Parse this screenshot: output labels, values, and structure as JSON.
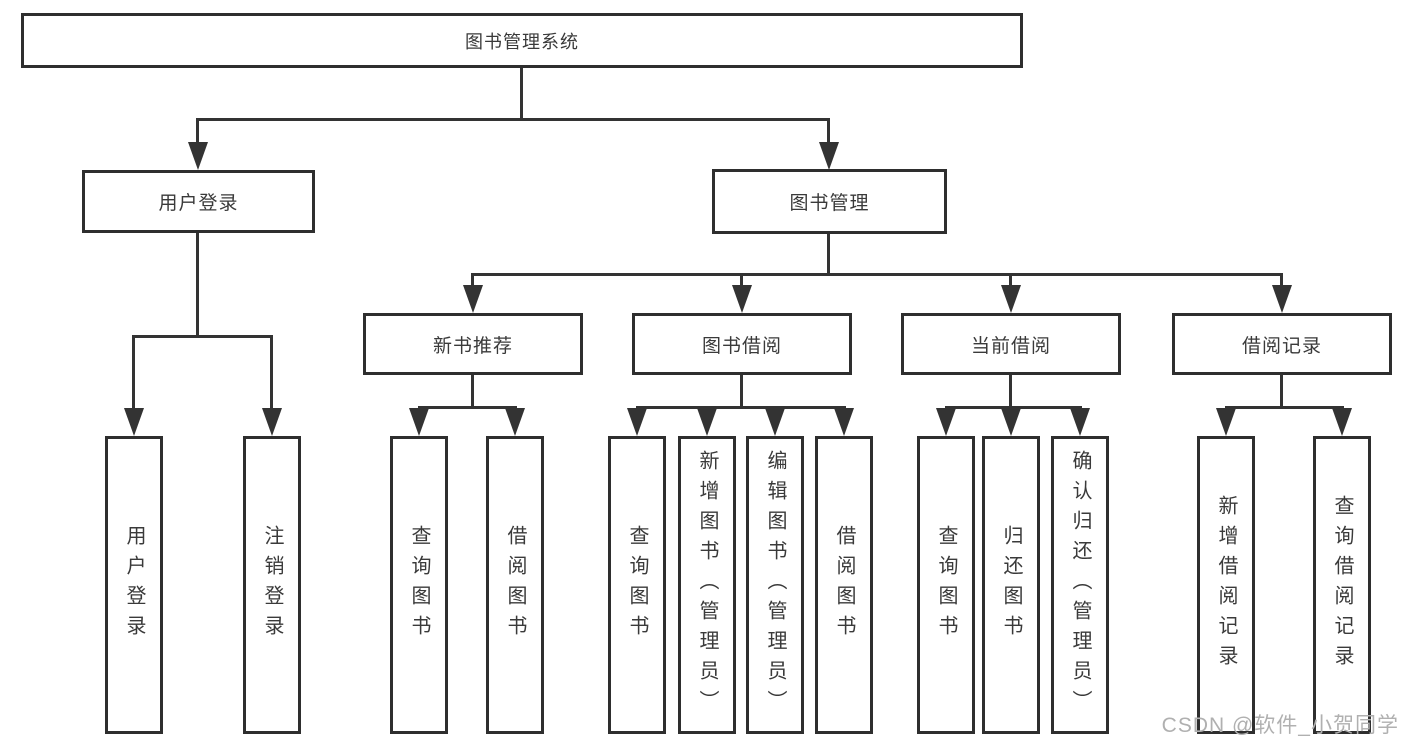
{
  "title": "图书管理系统",
  "watermark": {
    "text": "CSDN @软件_小贺同学"
  },
  "colors": {
    "line": "#333333",
    "box_border": "#2e2e2e",
    "text": "#3a3a3a",
    "watermark": "#b0b0b0",
    "background": "#ffffff"
  },
  "tree": {
    "root": {
      "label": "图书管理系统"
    },
    "branches": [
      {
        "label": "用户登录",
        "children": [
          {
            "label": "用户登录"
          },
          {
            "label": "注销登录"
          }
        ]
      },
      {
        "label": "图书管理",
        "children": [
          {
            "label": "新书推荐",
            "children": [
              {
                "label": "查询图书"
              },
              {
                "label": "借阅图书"
              }
            ]
          },
          {
            "label": "图书借阅",
            "children": [
              {
                "label": "查询图书"
              },
              {
                "label": "新增图书（管理员）"
              },
              {
                "label": "编辑图书（管理员）"
              },
              {
                "label": "借阅图书"
              }
            ]
          },
          {
            "label": "当前借阅",
            "children": [
              {
                "label": "查询图书"
              },
              {
                "label": "归还图书"
              },
              {
                "label": "确认归还（管理员）"
              }
            ]
          },
          {
            "label": "借阅记录",
            "children": [
              {
                "label": "新增借阅记录"
              },
              {
                "label": "查询借阅记录"
              }
            ]
          }
        ]
      }
    ]
  }
}
